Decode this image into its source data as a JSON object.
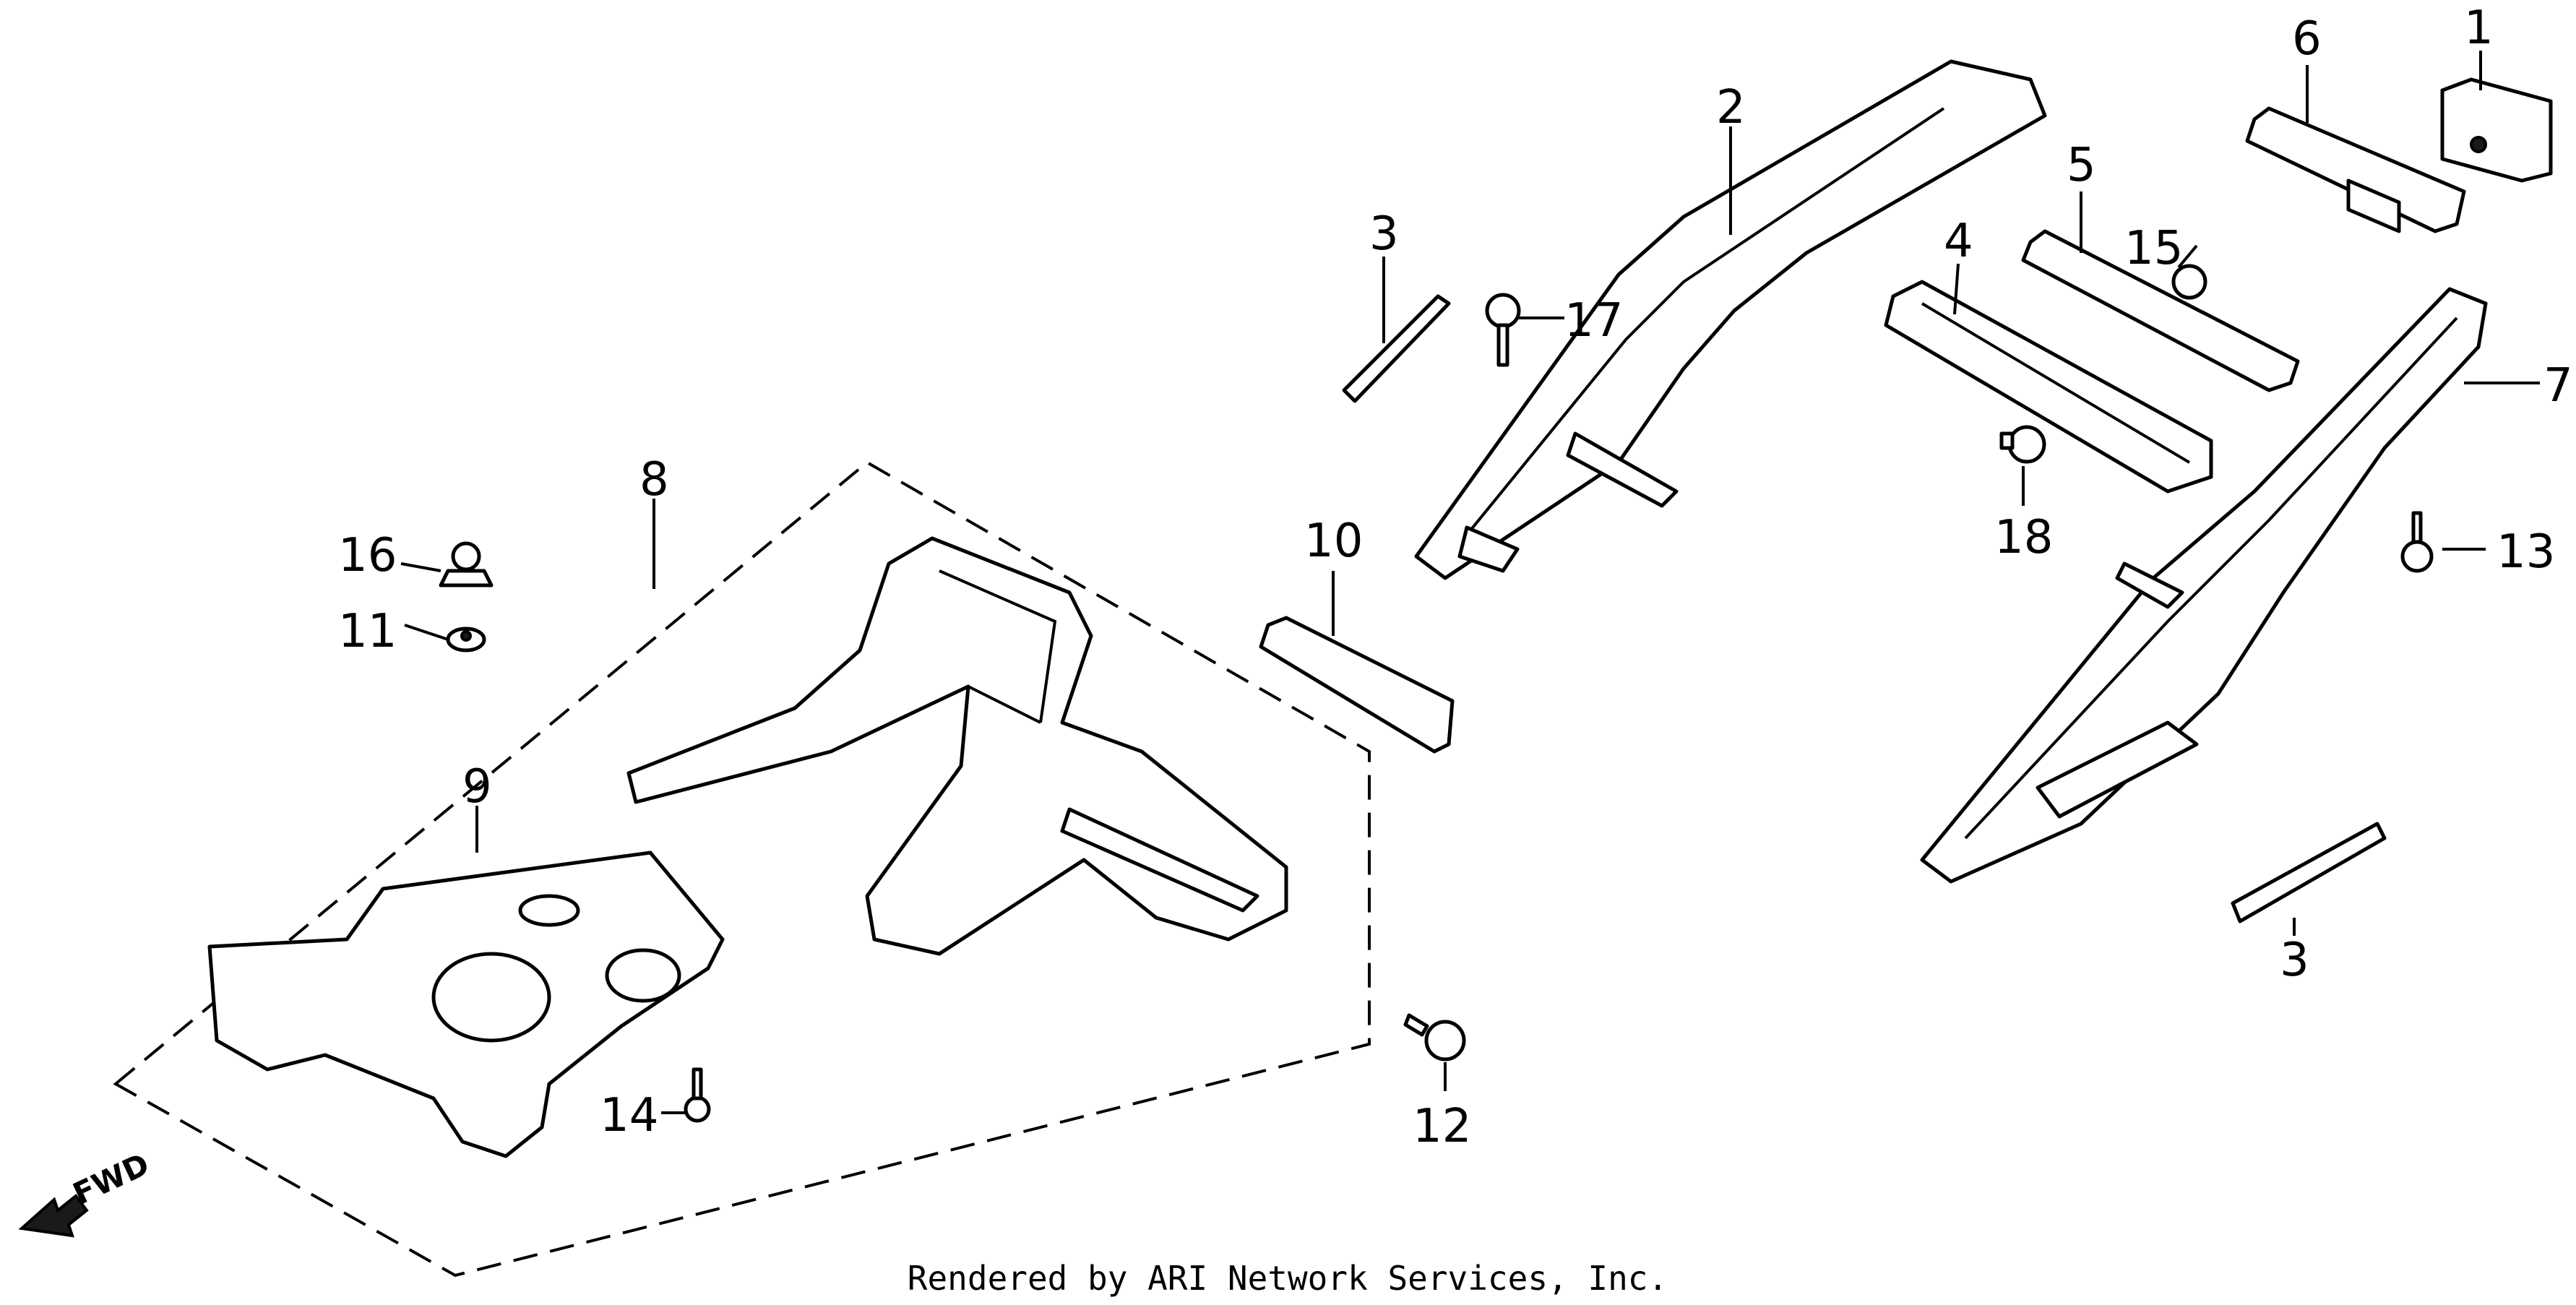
{
  "callouts": [
    {
      "id": "c1",
      "label": "1"
    },
    {
      "id": "c2",
      "label": "2"
    },
    {
      "id": "c3a",
      "label": "3"
    },
    {
      "id": "c3b",
      "label": "3"
    },
    {
      "id": "c4",
      "label": "4"
    },
    {
      "id": "c5",
      "label": "5"
    },
    {
      "id": "c6",
      "label": "6"
    },
    {
      "id": "c7",
      "label": "7"
    },
    {
      "id": "c8",
      "label": "8"
    },
    {
      "id": "c9",
      "label": "9"
    },
    {
      "id": "c10",
      "label": "10"
    },
    {
      "id": "c11",
      "label": "11"
    },
    {
      "id": "c12",
      "label": "12"
    },
    {
      "id": "c13",
      "label": "13"
    },
    {
      "id": "c14",
      "label": "14"
    },
    {
      "id": "c15",
      "label": "15"
    },
    {
      "id": "c16",
      "label": "16"
    },
    {
      "id": "c17",
      "label": "17"
    },
    {
      "id": "c18",
      "label": "18"
    }
  ],
  "direction_label": "FWD",
  "credit": "Rendered by ARI Network Services, Inc."
}
